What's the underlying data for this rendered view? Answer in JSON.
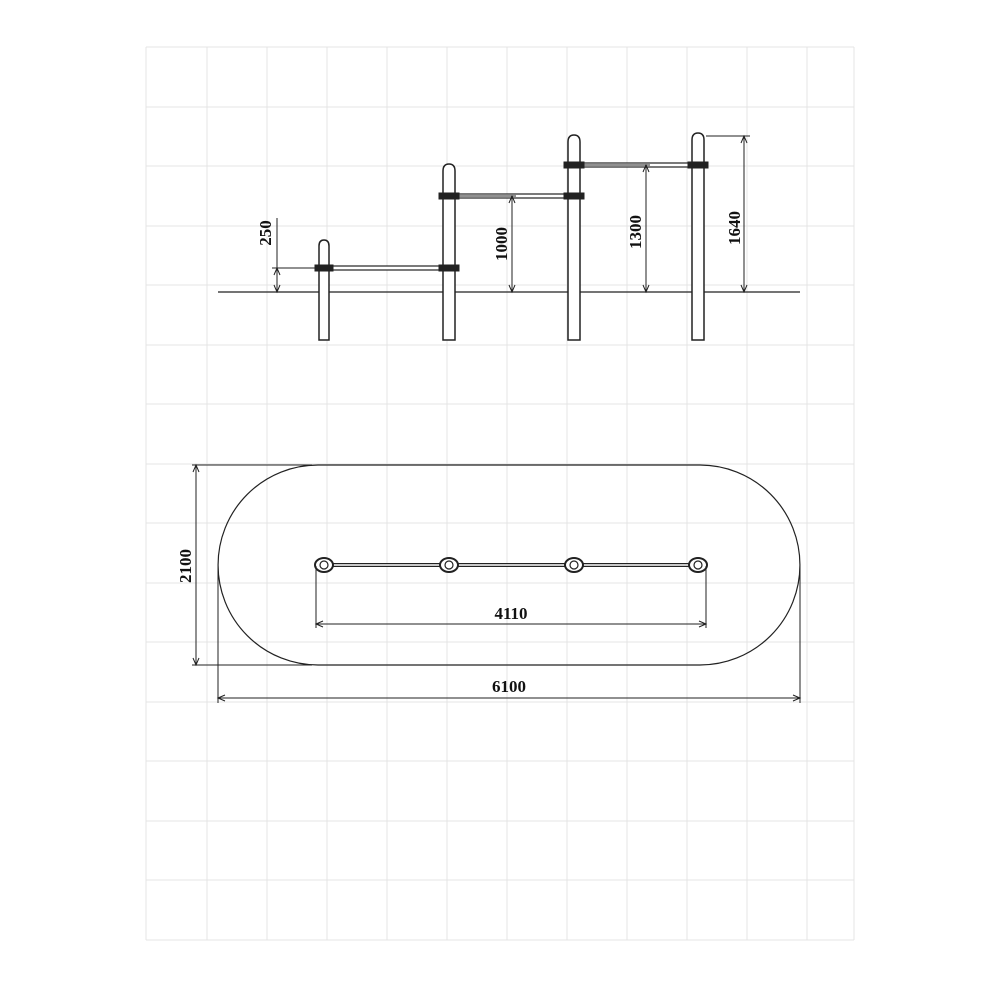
{
  "dimensions": {
    "bar_heights": [
      {
        "label": "250"
      },
      {
        "label": "1000"
      },
      {
        "label": "1300"
      },
      {
        "label": "1640"
      }
    ],
    "post_span": "4110",
    "area_width": "2100",
    "area_length": "6100"
  },
  "colors": {
    "ink": "#222222",
    "grid": "#e4e4e4",
    "background": "#ffffff"
  }
}
